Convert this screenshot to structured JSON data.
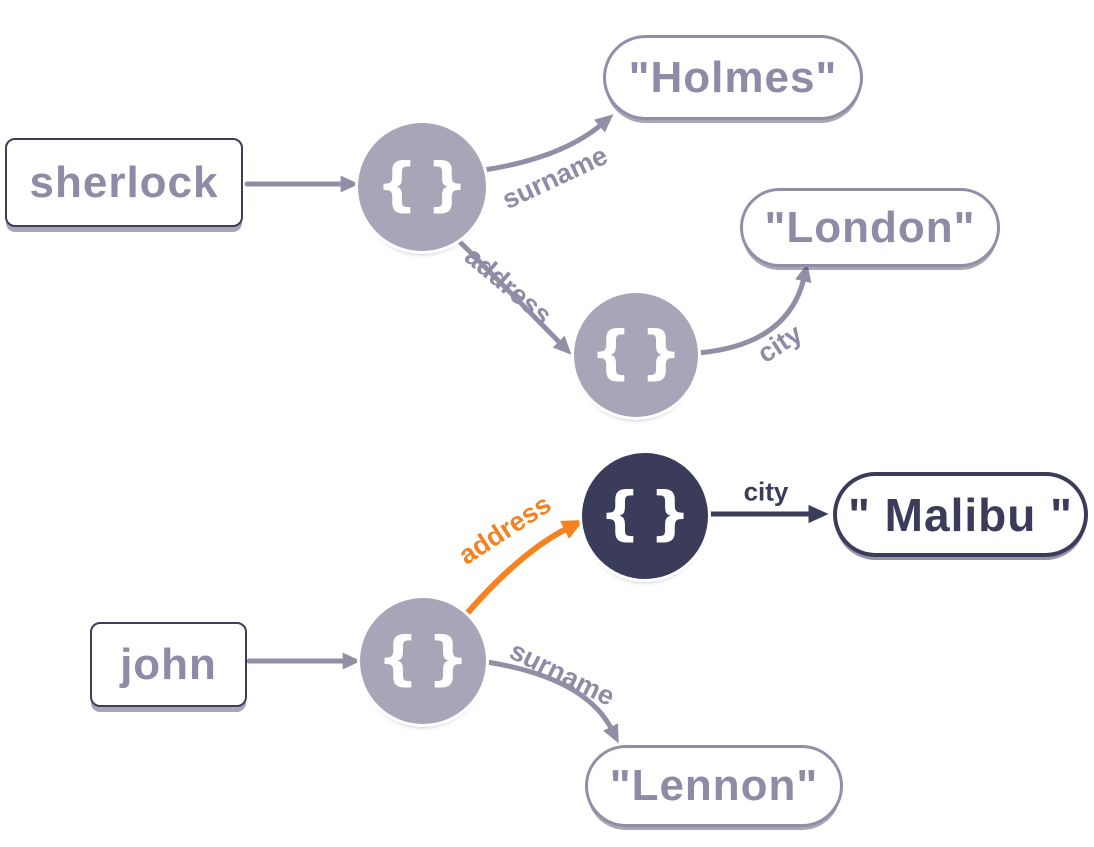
{
  "diagram": {
    "kind": "json-object-graph",
    "colors": {
      "node_gray": "#a8a5b9",
      "edge_gray": "#918ea6",
      "text_gray": "#8e8ba6",
      "dark_navy": "#3a3c5a",
      "accent_orange": "#f58220",
      "background": "#ffffff"
    },
    "glyphs": {
      "object_braces": "{}"
    },
    "nodes": {
      "sherlock_key": {
        "label": "sherlock"
      },
      "john_key": {
        "label": "john"
      },
      "holmes_value": {
        "label": "\"Holmes\""
      },
      "london_value": {
        "label": "\"London\""
      },
      "malibu_value": {
        "label": "\" Malibu \""
      },
      "lennon_value": {
        "label": "\"Lennon\""
      }
    },
    "edge_labels": {
      "sherlock_surname": "surname",
      "sherlock_address": "address",
      "sherlock_city": "city",
      "john_address": "address",
      "john_city": "city",
      "john_surname": "surname"
    }
  }
}
